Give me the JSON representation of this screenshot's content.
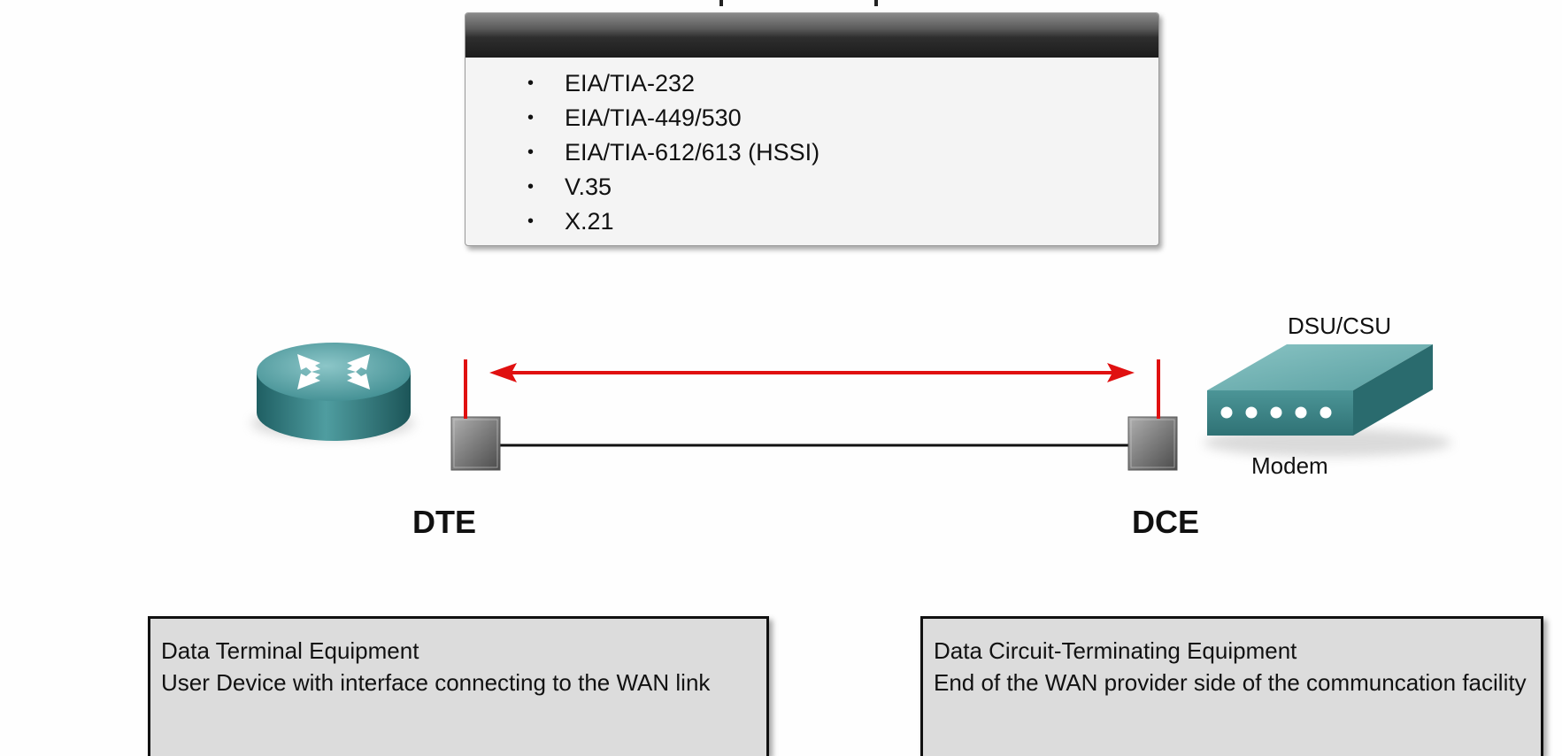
{
  "standards": {
    "items": [
      "EIA/TIA-232",
      "EIA/TIA-449/530",
      "EIA/TIA-612/613 (HSSI)",
      "V.35",
      "X.21"
    ]
  },
  "devices": {
    "dsu_label": "DSU/CSU",
    "modem_label": "Modem",
    "dte_label": "DTE",
    "dce_label": "DCE"
  },
  "info": {
    "dte": {
      "title": "Data Terminal Equipment",
      "text": "User Device with interface connecting to the WAN link"
    },
    "dce": {
      "title": "Data Circuit-Terminating Equipment",
      "text": "End of the WAN provider side of the communcation facility"
    }
  },
  "colors": {
    "arrow": "#e01010",
    "device_teal": "#3e8e92",
    "connector_gray": "#7a7a7a",
    "panel_bar": "#222222",
    "box_fill": "#dcdcdc"
  },
  "icons": [
    "router-icon",
    "dsu-csu-modem-icon",
    "serial-connector-icon"
  ]
}
